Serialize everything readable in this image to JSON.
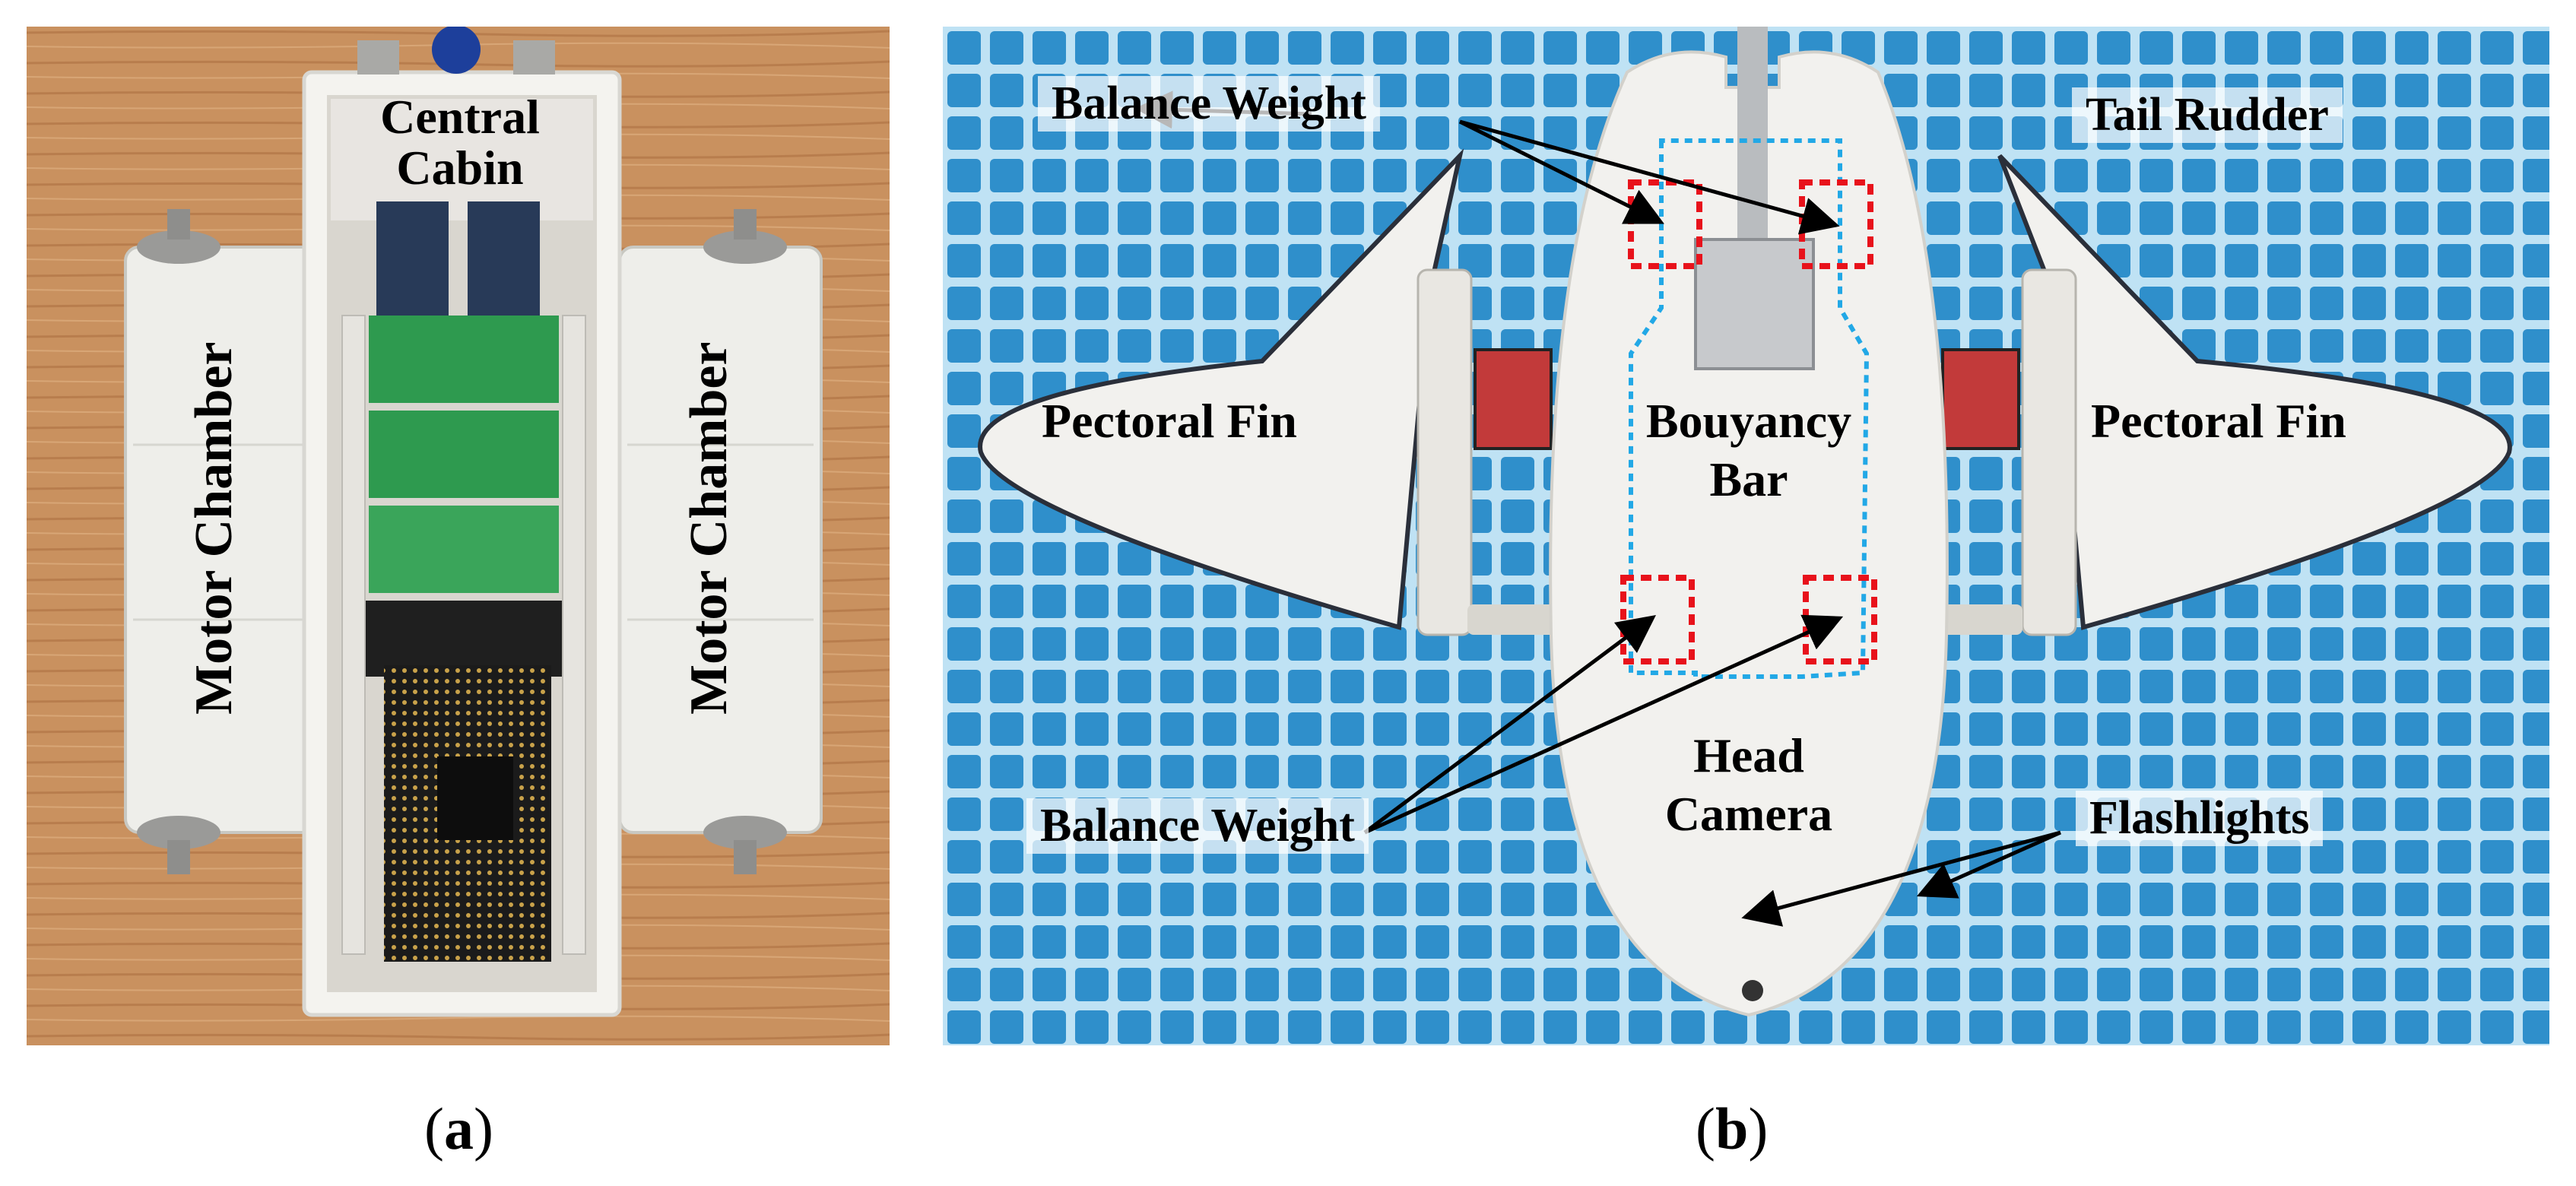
{
  "panel_a": {
    "labels": {
      "central_cabin_line1": "Central",
      "central_cabin_line2": "Cabin",
      "motor_chamber_left": "Motor Chamber",
      "motor_chamber_right": "Motor Chamber"
    },
    "caption": {
      "open": "(",
      "letter": "a",
      "close": ")"
    }
  },
  "panel_b": {
    "labels": {
      "balance_weight_top": "Balance Weight",
      "tail_rudder": "Tail Rudder",
      "pectoral_fin_left": "Pectoral Fin",
      "pectoral_fin_right": "Pectoral Fin",
      "buoyancy_bar_line1": "Bouyancy",
      "buoyancy_bar_line2": "Bar",
      "head_camera_line1": "Head",
      "head_camera_line2": "Camera",
      "balance_weight_bottom": "Balance Weight",
      "flashlights": "Flashlights"
    },
    "caption": {
      "open": "(",
      "letter": "b",
      "close": ")"
    }
  },
  "colors": {
    "wood": "#c9915f",
    "pool_blue": "#2f8fcb",
    "tile_light": "#bfe2f4",
    "body_white": "#f2f1ee",
    "pcb_green": "#2e9a4f",
    "dashed_red": "#e8121b",
    "dashed_cyan": "#22a8e6"
  }
}
